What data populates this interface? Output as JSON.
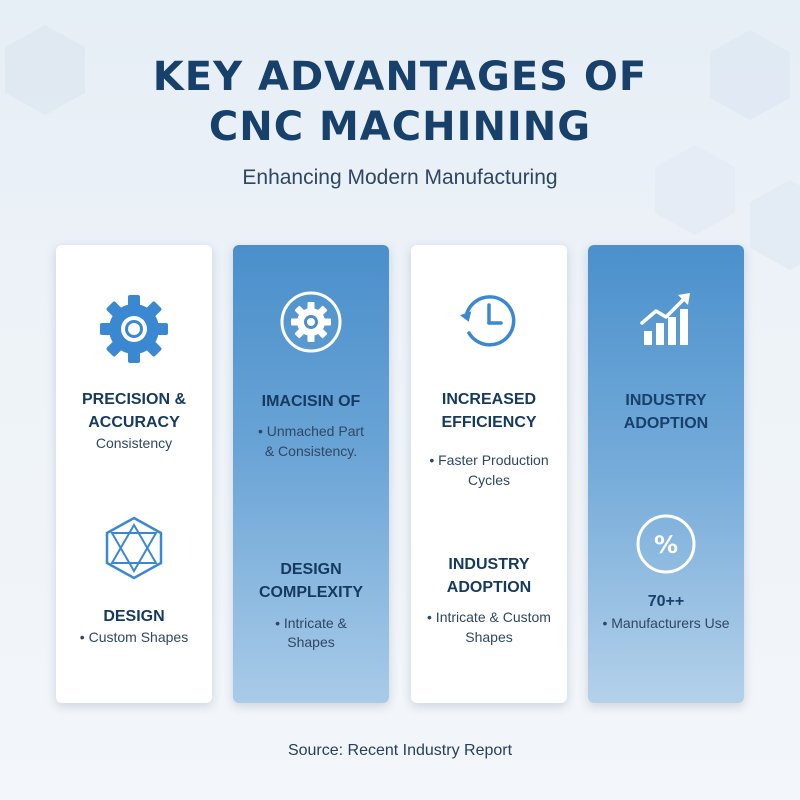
{
  "header": {
    "title_line1": "KEY ADVANTAGES OF",
    "title_line2": "CNC MACHINING",
    "subtitle": "Enhancing Modern Manufacturing"
  },
  "cards": [
    {
      "top_icon": "gear-icon",
      "top_heading_1": "PRECISION &",
      "top_heading_2": "ACCURACY",
      "top_text_1": "Consistency",
      "bottom_icon": "geometric-shape-icon",
      "bottom_heading": "DESIGN",
      "bottom_text_1": "• Custom Shapes"
    },
    {
      "top_icon": "gear-circle-icon",
      "top_heading_1": "IMACISIN OF",
      "top_text_1": "• Unmached Part",
      "top_text_2": "& Consistency.",
      "bottom_heading_1": "DESIGN",
      "bottom_heading_2": "COMPLEXITY",
      "bottom_text_1": "• Intricate &",
      "bottom_text_2": "Shapes"
    },
    {
      "top_icon": "clock-icon",
      "top_heading_1": "INCREASED",
      "top_heading_2": "EFFICIENCY",
      "top_text_1": "• Faster Production",
      "top_text_2": "Cycles",
      "bottom_heading_1": "INDUSTRY",
      "bottom_heading_2": "ADOPTION",
      "bottom_text_1": "• Intricate & Custom",
      "bottom_text_2": "Shapes"
    },
    {
      "top_icon": "growth-chart-icon",
      "top_heading_1": "INDUSTRY",
      "top_heading_2": "ADOPTION",
      "bottom_icon": "percent-icon",
      "bottom_heading": "70++",
      "bottom_text_1": "• Manufacturers Use"
    }
  ],
  "footer": {
    "source": "Source: Recent Industry Report"
  },
  "colors": {
    "title": "#17406b",
    "icon_blue": "#3b88d2",
    "card_blue": "#4a8fcb"
  }
}
